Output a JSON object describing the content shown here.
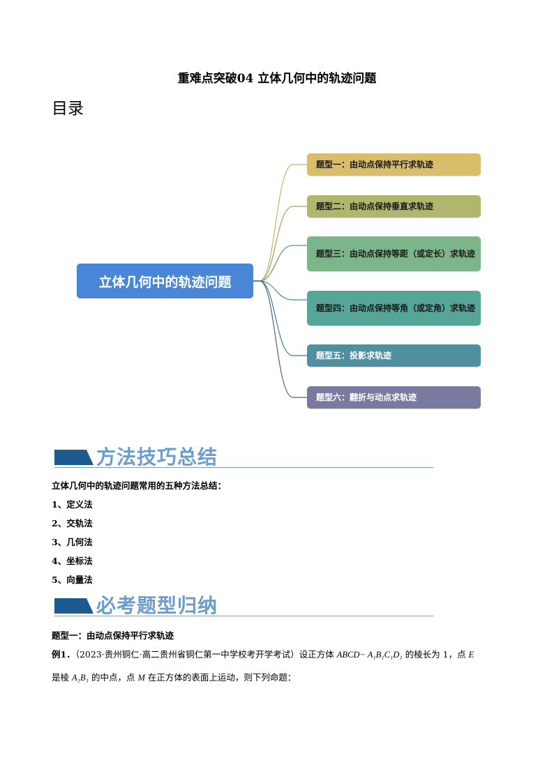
{
  "title": "重难点突破04  立体几何中的轨迹问题",
  "toc": "目录",
  "mindmap": {
    "central": "立体几何中的轨迹问题",
    "branches": [
      {
        "label": "题型一：由动点保持平行求轨迹",
        "color": "#d9bd6a",
        "line": "#c9b45e",
        "text": "#1a1a1a"
      },
      {
        "label": "题型二：由动点保持垂直求轨迹",
        "color": "#b0b66c",
        "line": "#a4a65a",
        "text": "#1a1a1a"
      },
      {
        "label": "题型三：由动点保持等距（或定长）求轨迹",
        "color": "#7db58a",
        "line": "#5e9a7a",
        "text": "#1a1a1a"
      },
      {
        "label": "题型四：由动点保持等角（或定角）求轨迹",
        "color": "#55a598",
        "line": "#468f86",
        "text": "#1a1a1a"
      },
      {
        "label": "题型五：投影求轨迹",
        "color": "#4f8fa0",
        "line": "#3f7d8e",
        "text": "#ffffff"
      },
      {
        "label": "题型六：翻折与动点求轨迹",
        "color": "#7a7aa0",
        "line": "#5c5c80",
        "text": "#ffffff"
      }
    ]
  },
  "section1": {
    "heading": "方法技巧总结",
    "intro": "立体几何中的轨迹问题常用的五种方法总结：",
    "items": [
      "1、定义法",
      "2、交轨法",
      "3、几何法",
      "4、坐标法",
      "5、向量法"
    ]
  },
  "section2": {
    "heading": "必考题型归纳",
    "type_heading": "题型一：由动点保持平行求轨迹",
    "example": {
      "label": "例1．",
      "source": "（2023·贵州铜仁·高二贵州省铜仁第一中学校考开学考试）",
      "t1": "设正方体",
      "cube": "ABCD− A₁B₁C₁D₁",
      "t2": "的棱长为 1，点",
      "E": "E",
      "t3": "是棱",
      "edge": "A₁B₁",
      "t4": "的中点，点",
      "M": "M",
      "t5": "在正方体的表面上运动，则下列命题："
    }
  }
}
